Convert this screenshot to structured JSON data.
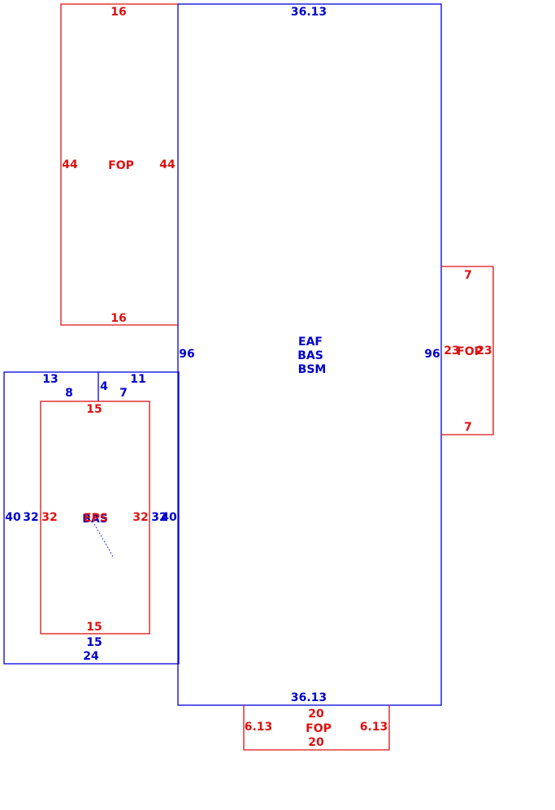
{
  "colors": {
    "main": "#0000dd",
    "porch": "#dd1111"
  },
  "main_house": {
    "top": "36.13",
    "bottom": "36.13",
    "left": "96",
    "right": "96",
    "codes": [
      "EAF",
      "BAS",
      "BSM"
    ]
  },
  "porch_upper_left": {
    "code": "FOP",
    "top": "16",
    "bottom": "16",
    "left": "44",
    "right": "44"
  },
  "porch_right": {
    "code": "FOP",
    "top": "7",
    "bottom": "7",
    "left": "23",
    "right": "23"
  },
  "porch_bottom": {
    "code": "FOP",
    "top": "20",
    "bottom": "20",
    "left": "6.13",
    "right": "6.13"
  },
  "wing": {
    "outer_top_left": "13",
    "outer_top_right": "11",
    "notch": "4",
    "inner_top_left": "8",
    "inner_top_right": "7",
    "outer_left": "40",
    "inner_left": "32",
    "outer_right": "40",
    "inner_right": "32",
    "bottom_inner": "15",
    "bottom_outer": "24"
  },
  "enclosed_porch": {
    "code_primary": "EPS",
    "code_secondary": "BAS",
    "top": "15",
    "bottom": "15",
    "left": "32",
    "right": "32"
  }
}
